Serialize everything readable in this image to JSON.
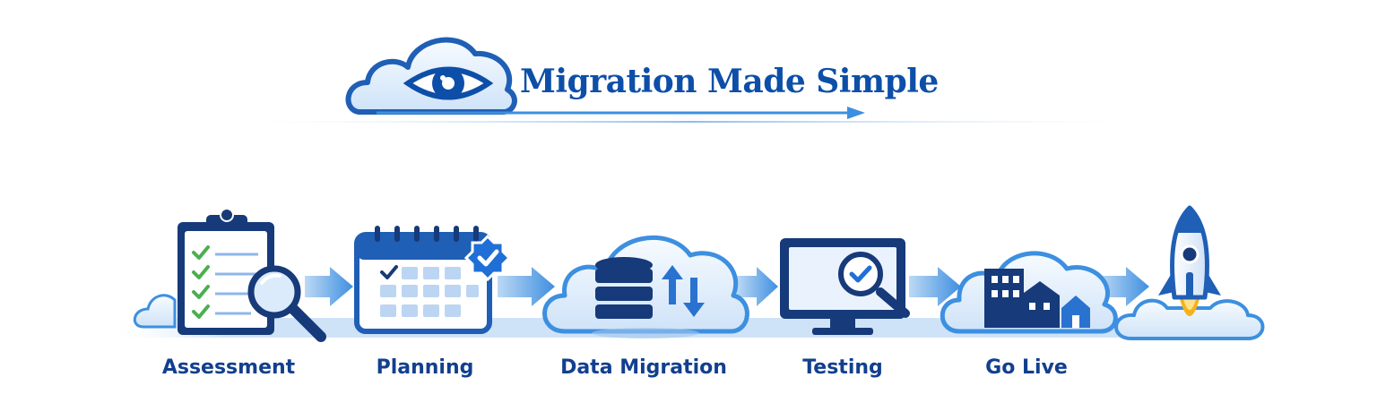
{
  "header": {
    "title": "Migration Made Simple",
    "logo_icon": "cloud-eye-logo"
  },
  "steps": [
    {
      "label": "Assessment",
      "icon": "clipboard-checklist-magnifier-icon"
    },
    {
      "label": "Planning",
      "icon": "calendar-check-icon"
    },
    {
      "label": "Data Migration",
      "icon": "cloud-database-transfer-icon"
    },
    {
      "label": "Testing",
      "icon": "monitor-magnifier-check-icon"
    },
    {
      "label": "Go Live",
      "icon": "cloud-buildings-icon"
    }
  ],
  "final_icon": "rocket-launch-icon",
  "colors": {
    "primary": "#0d4fa8",
    "dark": "#163a7a",
    "light": "#e6f1fc",
    "accent": "#3d8fe0",
    "check": "#4caf50",
    "flame": "#f6b21b"
  }
}
